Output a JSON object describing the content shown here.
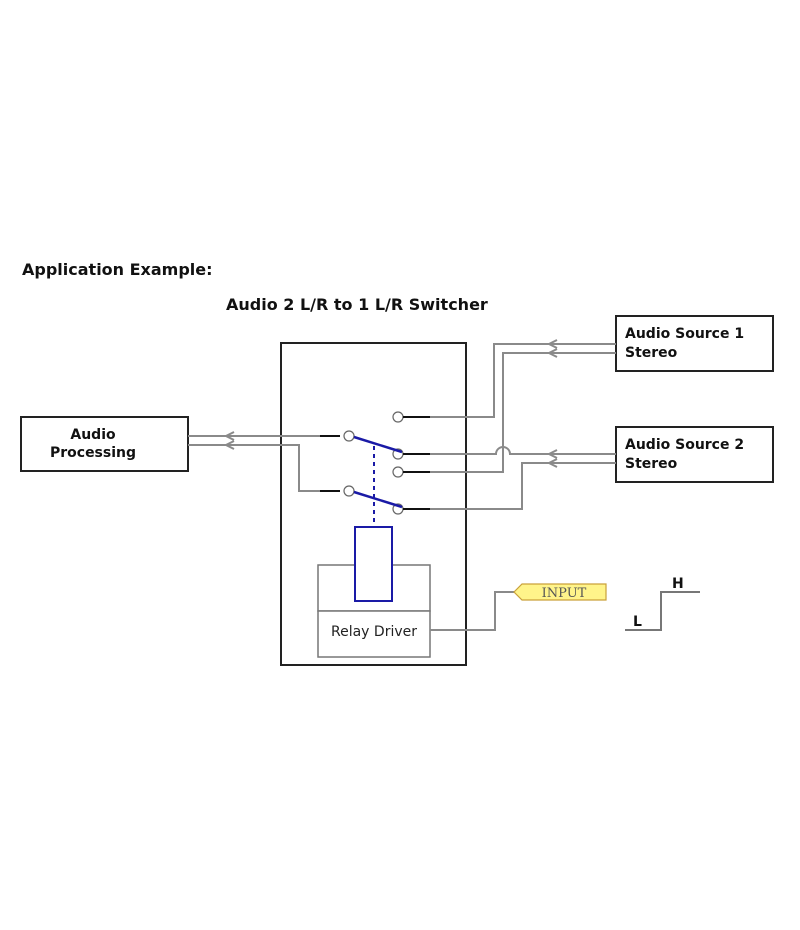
{
  "heading": "Application Example:",
  "diagram_title": "Audio 2 L/R to 1 L/R Switcher",
  "blocks": {
    "audio_processing": {
      "line1": "Audio",
      "line2": "Processing"
    },
    "audio_source_1": {
      "line1": "Audio Source 1",
      "line2": "Stereo"
    },
    "audio_source_2": {
      "line1": "Audio Source 2",
      "line2": "Stereo"
    },
    "relay_driver": "Relay Driver"
  },
  "input_tag": "INPUT",
  "logic_levels": {
    "low": "L",
    "high": "H"
  },
  "colors": {
    "armature": "#1a1aa6",
    "wire": "#8a8a8a",
    "input_tag_fill": "#fff48a"
  }
}
